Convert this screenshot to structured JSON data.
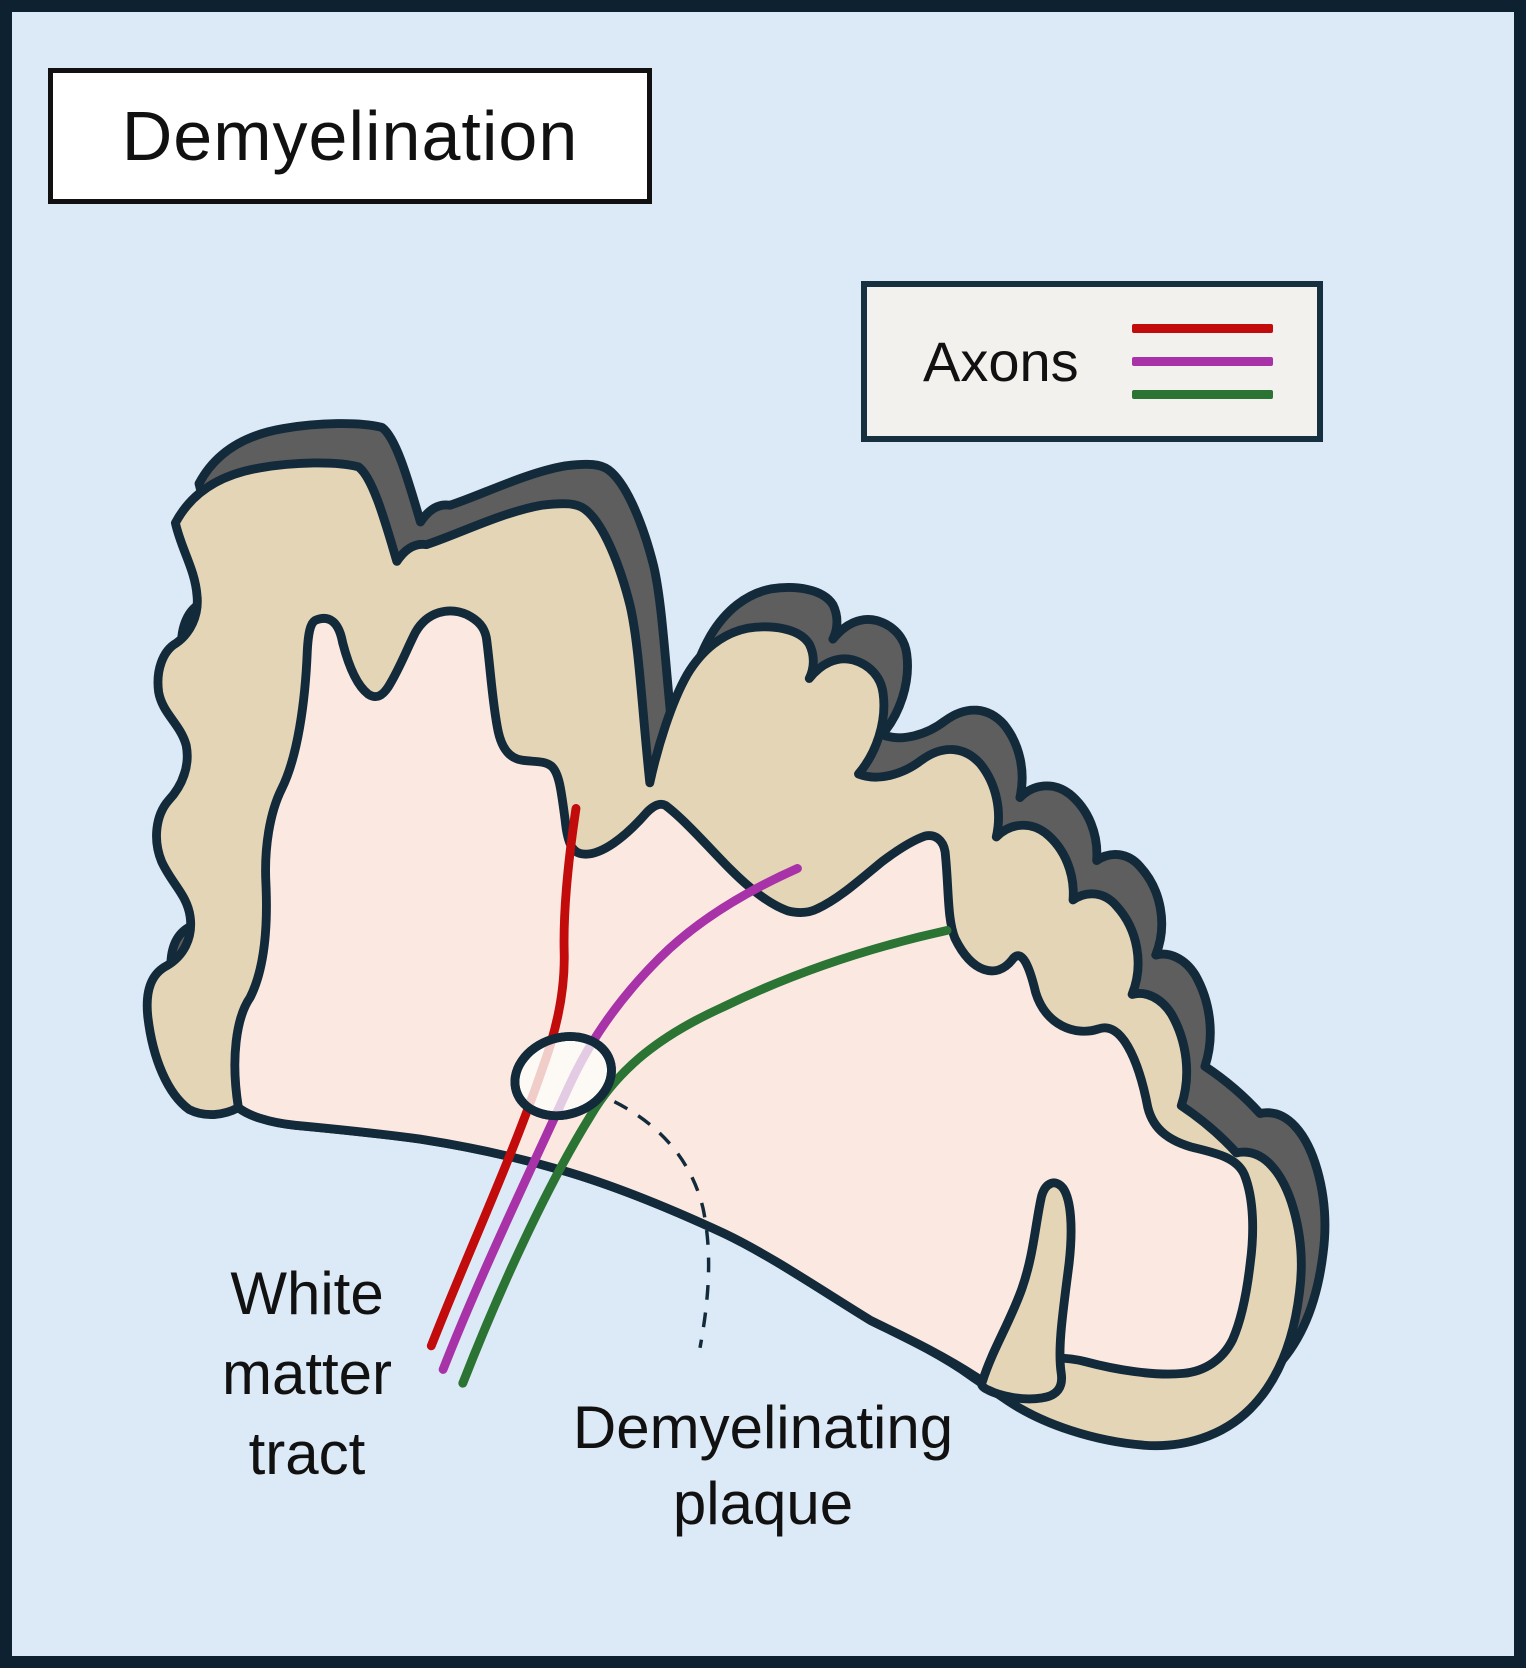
{
  "title": {
    "text": "Demyelination"
  },
  "legend": {
    "label": "Axons"
  },
  "labels": {
    "white_matter": {
      "lines": [
        "White",
        "matter",
        "tract"
      ]
    },
    "plaque": {
      "lines": [
        "Demyelinating",
        "plaque"
      ]
    }
  },
  "colors": {
    "page_bg": "#dce9f6",
    "frame": "#0d2130",
    "outline": "#132a3b",
    "gray_top": "#5e5e5e",
    "cortex_tan": "#e4d5b6",
    "white_matter_pink": "#fbe9e1",
    "plaque_fill": "#fdfaf6",
    "axon_red": "#c20b0b",
    "axon_purple": "#a833a8",
    "axon_green": "#2b7434",
    "axon_red_faded": "#f0cdc9",
    "axon_purple_faded": "#e4cbe4",
    "axon_green_faded": "#cfdfd2",
    "title_box_bg": "#ffffff",
    "title_box_border": "#111111",
    "legend_bg": "#f2f1ee",
    "legend_border": "#16303f",
    "text": "#111111"
  }
}
